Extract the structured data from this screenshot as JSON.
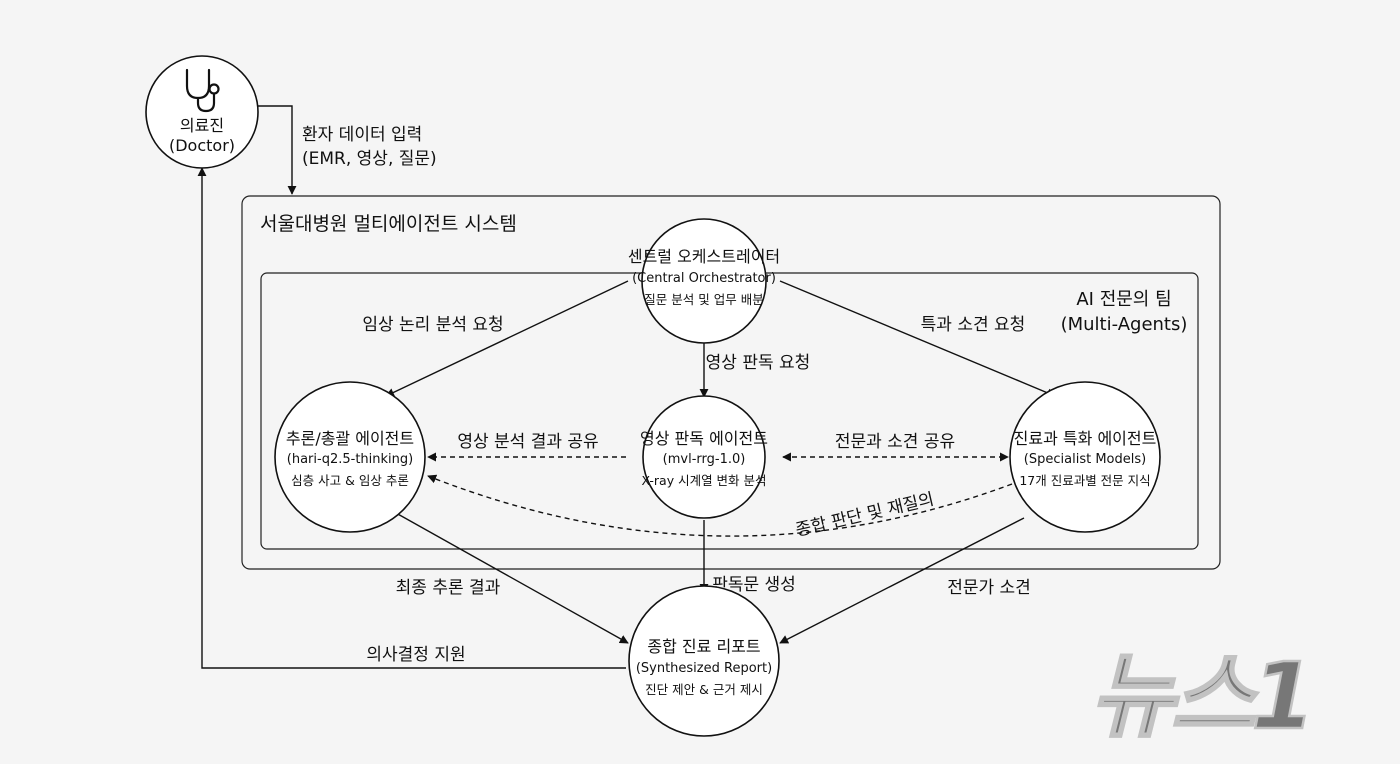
{
  "doctor": {
    "title": "의료진",
    "subtitle": "(Doctor)"
  },
  "input": {
    "line1": "환자 데이터 입력",
    "line2": "(EMR, 영상, 질문)"
  },
  "system": {
    "title": "서울대병원 멀티에이전트 시스템"
  },
  "team": {
    "title": "AI 전문의 팀",
    "subtitle": "(Multi-Agents)"
  },
  "orchestrator": {
    "title": "센트럴 오케스트레이터",
    "subtitle": "(Central Orchestrator)",
    "desc": "질문 분석 및 업무 배분"
  },
  "reasoning_agent": {
    "title": "추론/총괄 에이전트",
    "subtitle": "(hari-q2.5-thinking)",
    "desc": "심층 사고 & 임상 추론"
  },
  "imaging_agent": {
    "title": "영상 판독 에이전트",
    "subtitle": "(mvl-rrg-1.0)",
    "desc": "X-ray 시계열 변화 분석"
  },
  "specialist_agent": {
    "title": "진료과 특화 에이전트",
    "subtitle": "(Specialist Models)",
    "desc": "17개 진료과별 전문 지식"
  },
  "report": {
    "title": "종합 진료 리포트",
    "subtitle": "(Synthesized Report)",
    "desc": "진단 제안 & 근거 제시"
  },
  "edges": {
    "clinical_request": "임상 논리 분석 요청",
    "imaging_request": "영상 판독 요청",
    "specialty_request": "특과 소견 요청",
    "share_imaging": "영상 분석 결과 공유",
    "share_specialty": "전문과 소견 공유",
    "reconsult": "종합 판단 및 재질의",
    "final_reasoning": "최종 추론 결과",
    "report_generation": "판독문 생성",
    "expert_opinion": "전문가 소견",
    "decision_support": "의사결정 지원"
  },
  "icons": {
    "doctor": "stethoscope-icon"
  },
  "watermark": {
    "text": "뉴스1"
  }
}
